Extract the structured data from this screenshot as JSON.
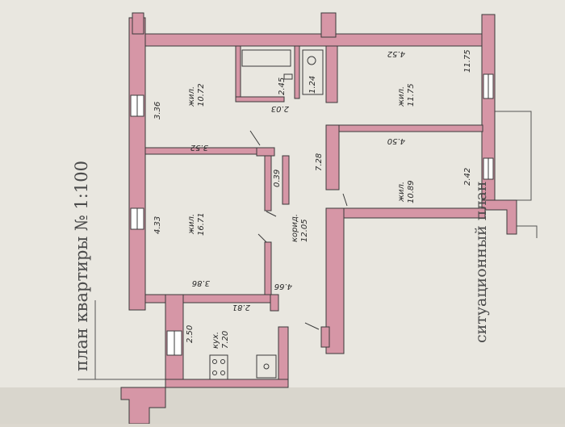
{
  "title": "план квартиры № 1:100",
  "side_note": "ситуационный план",
  "rooms": [
    {
      "name": "жил.",
      "area": "10.72"
    },
    {
      "name": "жил.",
      "area": "16.71"
    },
    {
      "name": "жил.",
      "area": "11.75"
    },
    {
      "name": "жил.",
      "area": "10.89"
    },
    {
      "name": "кух.",
      "area": "7.20"
    },
    {
      "name": "корид.",
      "area": "12.05"
    }
  ],
  "bath_areas": [
    "2.45",
    "1.24"
  ],
  "dimensions": [
    "3.36",
    "3.52",
    "4.33",
    "3.86",
    "2.50",
    "2.81",
    "4.52",
    "11.75",
    "4.50",
    "2.42",
    "7.28",
    "0.39",
    "4.66",
    "2.03"
  ],
  "colors": {
    "wall": "#d696a6",
    "wall_outline": "#3a3a3a",
    "paper": "#ebe9e2"
  }
}
